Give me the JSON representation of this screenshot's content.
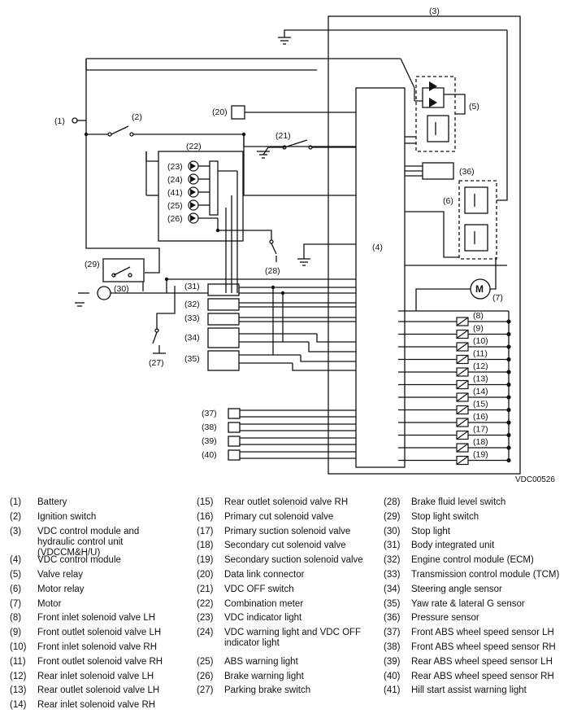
{
  "figure_code": "VDC00526",
  "callouts": {
    "c1": "(1)",
    "c2": "(2)",
    "c3": "(3)",
    "c4": "(4)",
    "c5": "(5)",
    "c6": "(6)",
    "c7": "(7)",
    "c8": "(8)",
    "c9": "(9)",
    "c10": "(10)",
    "c11": "(11)",
    "c12": "(12)",
    "c13": "(13)",
    "c14": "(14)",
    "c15": "(15)",
    "c16": "(16)",
    "c17": "(17)",
    "c18": "(18)",
    "c19": "(19)",
    "c20": "(20)",
    "c21": "(21)",
    "c22": "(22)",
    "c23": "(23)",
    "c24": "(24)",
    "c25": "(25)",
    "c26": "(26)",
    "c27": "(27)",
    "c28": "(28)",
    "c29": "(29)",
    "c30": "(30)",
    "c31": "(31)",
    "c32": "(32)",
    "c33": "(33)",
    "c34": "(34)",
    "c35": "(35)",
    "c36": "(36)",
    "c37": "(37)",
    "c38": "(38)",
    "c39": "(39)",
    "c40": "(40)",
    "c41": "(41)"
  },
  "motor_symbol": "M",
  "legend": [
    {
      "num": "(1)",
      "text": "Battery"
    },
    {
      "num": "(2)",
      "text": "Ignition switch"
    },
    {
      "num": "(3)",
      "text": "VDC control module and hydraulic control unit (VDCCM&H/U)"
    },
    {
      "num": "(4)",
      "text": "VDC control module"
    },
    {
      "num": "(5)",
      "text": "Valve relay"
    },
    {
      "num": "(6)",
      "text": "Motor relay"
    },
    {
      "num": "(7)",
      "text": "Motor"
    },
    {
      "num": "(8)",
      "text": "Front inlet solenoid valve LH"
    },
    {
      "num": "(9)",
      "text": "Front outlet solenoid valve LH"
    },
    {
      "num": "(10)",
      "text": "Front inlet solenoid valve RH"
    },
    {
      "num": "(11)",
      "text": "Front outlet solenoid valve RH"
    },
    {
      "num": "(12)",
      "text": "Rear inlet solenoid valve LH"
    },
    {
      "num": "(13)",
      "text": "Rear outlet solenoid valve LH"
    },
    {
      "num": "(14)",
      "text": "Rear inlet solenoid valve RH"
    },
    {
      "num": "(15)",
      "text": "Rear outlet solenoid valve RH"
    },
    {
      "num": "(16)",
      "text": "Primary cut solenoid valve"
    },
    {
      "num": "(17)",
      "text": "Primary suction solenoid valve"
    },
    {
      "num": "(18)",
      "text": "Secondary cut solenoid valve"
    },
    {
      "num": "(19)",
      "text": "Secondary suction solenoid valve"
    },
    {
      "num": "(20)",
      "text": "Data link connector"
    },
    {
      "num": "(21)",
      "text": "VDC OFF switch"
    },
    {
      "num": "(22)",
      "text": "Combination meter"
    },
    {
      "num": "(23)",
      "text": "VDC indicator light"
    },
    {
      "num": "(24)",
      "text": "VDC warning light and VDC OFF indicator light"
    },
    {
      "num": "(25)",
      "text": "ABS warning light"
    },
    {
      "num": "(26)",
      "text": "Brake warning light"
    },
    {
      "num": "(27)",
      "text": "Parking brake switch"
    },
    {
      "num": "(28)",
      "text": "Brake fluid level switch"
    },
    {
      "num": "(29)",
      "text": "Stop light switch"
    },
    {
      "num": "(30)",
      "text": "Stop light"
    },
    {
      "num": "(31)",
      "text": "Body integrated unit"
    },
    {
      "num": "(32)",
      "text": "Engine control module (ECM)"
    },
    {
      "num": "(33)",
      "text": "Transmission control module (TCM)"
    },
    {
      "num": "(34)",
      "text": "Steering angle sensor"
    },
    {
      "num": "(35)",
      "text": "Yaw rate & lateral G sensor"
    },
    {
      "num": "(36)",
      "text": "Pressure sensor"
    },
    {
      "num": "(37)",
      "text": "Front ABS wheel speed sensor LH"
    },
    {
      "num": "(38)",
      "text": "Front ABS wheel speed sensor RH"
    },
    {
      "num": "(39)",
      "text": "Rear ABS wheel speed sensor LH"
    },
    {
      "num": "(40)",
      "text": "Rear ABS wheel speed sensor RH"
    },
    {
      "num": "(41)",
      "text": "Hill start assist warning light"
    }
  ]
}
